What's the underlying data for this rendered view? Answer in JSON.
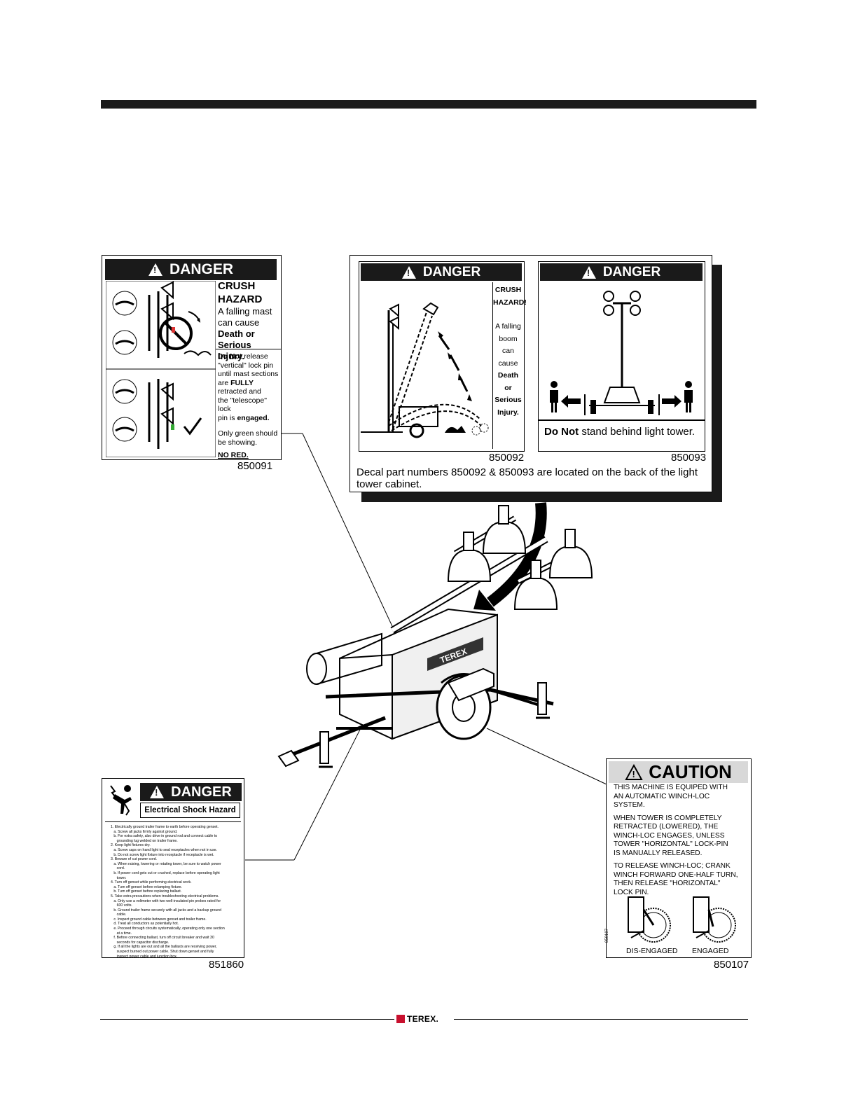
{
  "decal_850091": {
    "header": "DANGER",
    "title": "CRUSH HAZARD",
    "line1": "A falling mast",
    "line2": "can cause",
    "line3": "Death or",
    "line4": "Serious Injury.",
    "note_bold": "Do Not",
    "note_a": " release",
    "note_b": "\"vertical\" lock pin",
    "note_c": "until mast sections",
    "note_d": "are ",
    "note_fully": "FULLY",
    "note_e": "retracted and",
    "note_f": "the \"telescope\" lock",
    "note_g": "pin is ",
    "note_engaged": "engaged.",
    "green1": "Only green should",
    "green2": "be showing.",
    "nored": "NO RED.",
    "part_number": "850091"
  },
  "decal_850092": {
    "header": "DANGER",
    "side": [
      "CRUSH",
      "HAZARD!",
      "",
      "A falling",
      "boom can",
      "cause",
      "Death",
      "or",
      "Serious",
      "Injury."
    ],
    "part_number": "850092"
  },
  "decal_850093": {
    "header": "DANGER",
    "caption_bold": "Do Not",
    "caption_rest": " stand behind light tower.",
    "part_number": "850093"
  },
  "rear_note": "Decal part numbers 850092 & 850093 are located on the back of the light tower cabinet.",
  "decal_851860": {
    "header": "DANGER",
    "subtitle": "Electrical Shock Hazard",
    "instructions": [
      "1. Electrically ground trailer frame to earth before operating genset.",
      "   a. Screw all jacks firmly against ground.",
      "   b. For extra safety, also drive in ground rod and connect cable to",
      "      grounding lug welded on trailer frame.",
      "2. Keep light fixtures dry.",
      "   a. Screw caps on hand light to seal receptacles when not in use.",
      "   b. Do not screw light fixture into receptacle if receptacle is wet.",
      "3. Beware of cut power cord.",
      "   a. When raising, lowering or rotating tower, be sure to watch power",
      "      cord.",
      "   b. If power cord gets cut or crushed, replace before operating light",
      "      tower.",
      "4. Turn off genset while performing electrical work.",
      "   a. Turn off genset before relamping fixture.",
      "   b. Turn off genset before replacing ballast.",
      "5. Take extra precautions when troubleshooting electrical problems.",
      "   a. Only use a voltmeter with two well-insulated pin probes rated for",
      "      600 volts.",
      "   b. Ground trailer frame securely with all jacks and a backup ground",
      "      cable.",
      "   c. Inspect ground cable between genset and trailer frame.",
      "   d. Treat all conductors as potentially hot.",
      "   e. Proceed through circuits systematically, operating only one section",
      "      at a time.",
      "   f. Before connecting ballast, turn off circuit breaker and wait 30",
      "      seconds for capacitor discharge.",
      "   g. If all the lights are out and all the ballasts are receiving power,",
      "      suspect burned out power cable. Shut down genset and fully",
      "      inspect power cable and junction box."
    ],
    "part_number": "851860"
  },
  "decal_850107": {
    "header": "CAUTION",
    "p1": [
      "THIS MACHINE IS EQUIPED WITH",
      "AN AUTOMATIC WINCH-LOC",
      "SYSTEM."
    ],
    "p2": [
      "WHEN TOWER IS COMPLETELY",
      "RETRACTED (LOWERED), THE",
      "WINCH-LOC ENGAGES, UNLESS",
      "TOWER \"HORIZONTAL\" LOCK-PIN",
      "IS MANUALLY RELEASED."
    ],
    "p3": [
      "TO RELEASE WINCH-LOC; CRANK",
      "WINCH FORWARD ONE-HALF TURN,",
      "THEN RELEASE \"HORIZONTAL\"",
      "LOCK PIN."
    ],
    "label_disengaged": "DIS-ENGAGED",
    "label_engaged": "ENGAGED",
    "side_code": "850107",
    "part_number": "850107"
  },
  "footer": {
    "brand": "TEREX."
  },
  "machine": {
    "brand": "TEREX"
  }
}
